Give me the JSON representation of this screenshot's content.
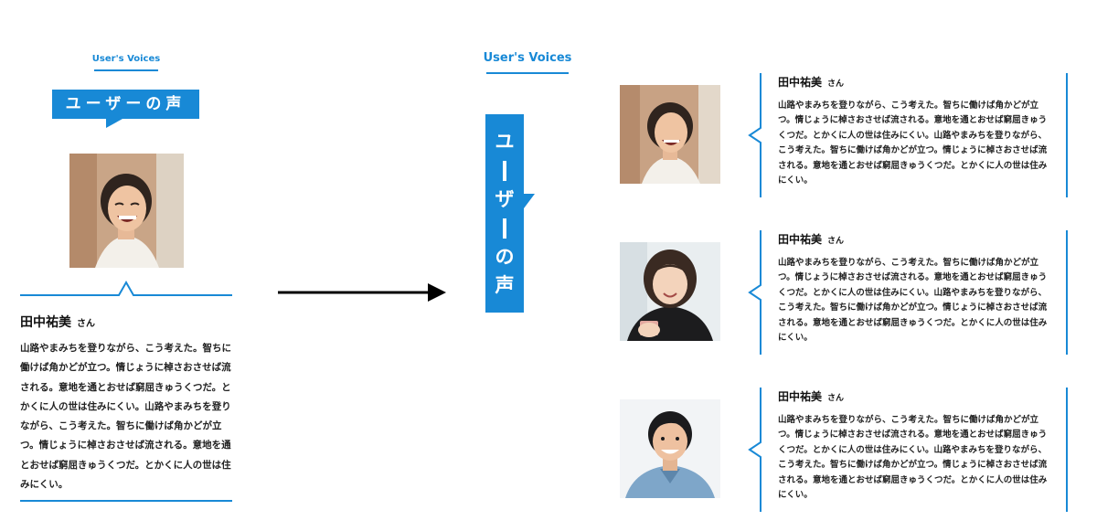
{
  "colors": {
    "accent": "#1889d6",
    "text": "#111111",
    "arrow": "#000000"
  },
  "left": {
    "en_title": "User's Voices",
    "jp_title": "ユーザーの声",
    "name": "田中祐美",
    "honorific": "さん",
    "body": "山路やまみちを登りながら、こう考えた。智ちに働けば角かどが立つ。情じょうに棹さおさせば流される。意地を通とおせば窮屈きゅうくつだ。とかくに人の世は住みにくい。山路やまみちを登りながら、こう考えた。智ちに働けば角かどが立つ。情じょうに棹さおさせば流される。意地を通とおせば窮屈きゅうくつだ。とかくに人の世は住みにくい。"
  },
  "arrow": {
    "icon": "arrow-right-icon"
  },
  "right": {
    "en_title": "User's Voices",
    "jp_title_chars": [
      "ユ",
      "ー",
      "ザ",
      "ー",
      "の",
      "声"
    ],
    "entries": [
      {
        "name": "田中祐美",
        "honorific": "さん",
        "body": "山路やまみちを登りながら、こう考えた。智ちに働けば角かどが立つ。情じょうに棹さおさせば流される。意地を通とおせば窮屈きゅうくつだ。とかくに人の世は住みにくい。山路やまみちを登りながら、こう考えた。智ちに働けば角かどが立つ。情じょうに棹さおさせば流される。意地を通とおせば窮屈きゅうくつだ。とかくに人の世は住みにくい。",
        "photo": "smiling-woman-photo"
      },
      {
        "name": "田中祐美",
        "honorific": "さん",
        "body": "山路やまみちを登りながら、こう考えた。智ちに働けば角かどが立つ。情じょうに棹さおさせば流される。意地を通とおせば窮屈きゅうくつだ。とかくに人の世は住みにくい。山路やまみちを登りながら、こう考えた。智ちに働けば角かどが立つ。情じょうに棹さおさせば流される。意地を通とおせば窮屈きゅうくつだ。とかくに人の世は住みにくい。",
        "photo": "woman-with-phone-photo"
      },
      {
        "name": "田中祐美",
        "honorific": "さん",
        "body": "山路やまみちを登りながら、こう考えた。智ちに働けば角かどが立つ。情じょうに棹さおさせば流される。意地を通とおせば窮屈きゅうくつだ。とかくに人の世は住みにくい。山路やまみちを登りながら、こう考えた。智ちに働けば角かどが立つ。情じょうに棹さおさせば流される。意地を通とおせば窮屈きゅうくつだ。とかくに人の世は住みにくい。",
        "photo": "smiling-man-photo"
      }
    ]
  }
}
